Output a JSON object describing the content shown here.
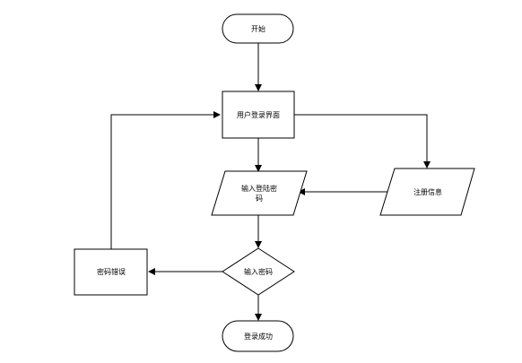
{
  "diagram": {
    "nodes": {
      "start": "开始",
      "login_screen": "用户登录界面",
      "input_credentials_line1": "输入登陆密",
      "input_credentials_line2": "码",
      "register_info": "注册信息",
      "check_password": "输入密码",
      "password_error": "密码错误",
      "login_success": "登录成功"
    }
  }
}
